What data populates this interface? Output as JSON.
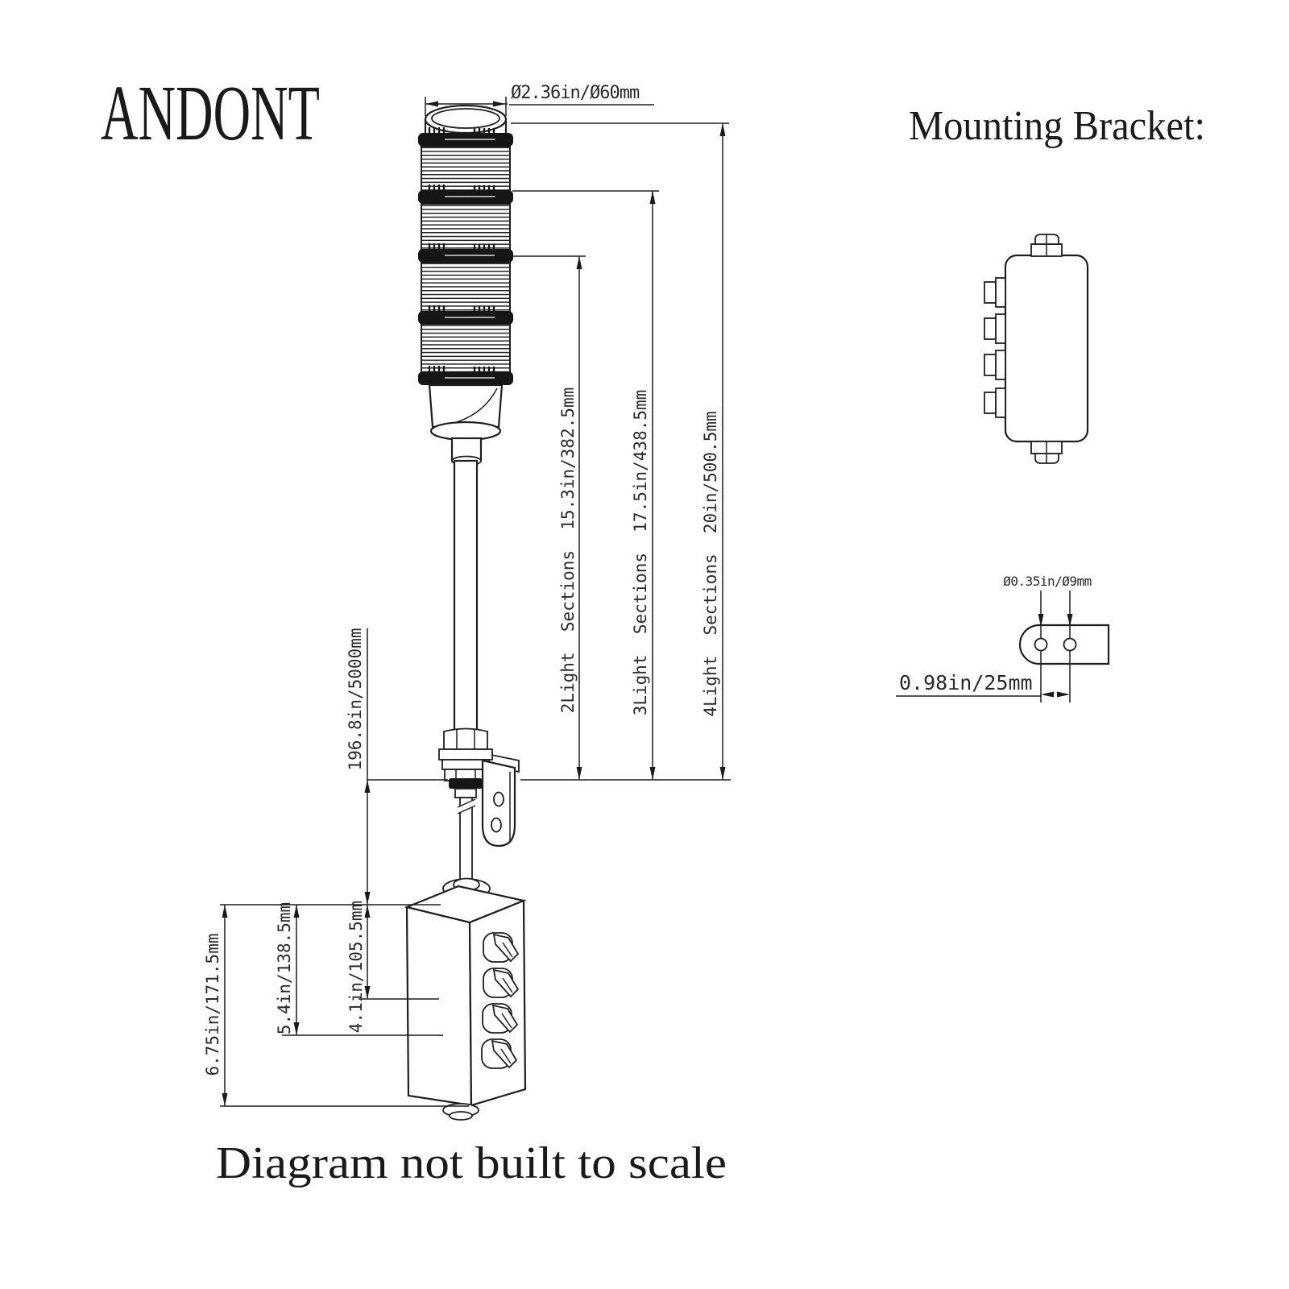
{
  "brand": "ANDONT",
  "headings": {
    "mounting_bracket": "Mounting Bracket:"
  },
  "note": "Diagram not built to scale",
  "colors": {
    "line": "#1a1a1a",
    "background": "#ffffff"
  },
  "tower": {
    "light_section_count": 4,
    "dimensions": {
      "top_diameter": "Ø2.36in/Ø60mm",
      "sections_2": "2Light  Sections  15.3in/382.5mm",
      "sections_3": "3Light  Sections  17.5in/438.5mm",
      "sections_4": "4Light  Sections  20in/500.5mm",
      "pole_cable_length": "196.8in/5000mm"
    }
  },
  "control_box": {
    "switch_count": 4,
    "dimensions": {
      "total_height": "6.75in/171.5mm",
      "lower_switch_height": "5.4in/138.5mm",
      "upper_switch_height": "4.1in/105.5mm"
    }
  },
  "mounting_bracket": {
    "dimensions": {
      "hole_diameter": "Ø0.35in/Ø9mm",
      "hole_spacing": "0.98in/25mm"
    }
  }
}
